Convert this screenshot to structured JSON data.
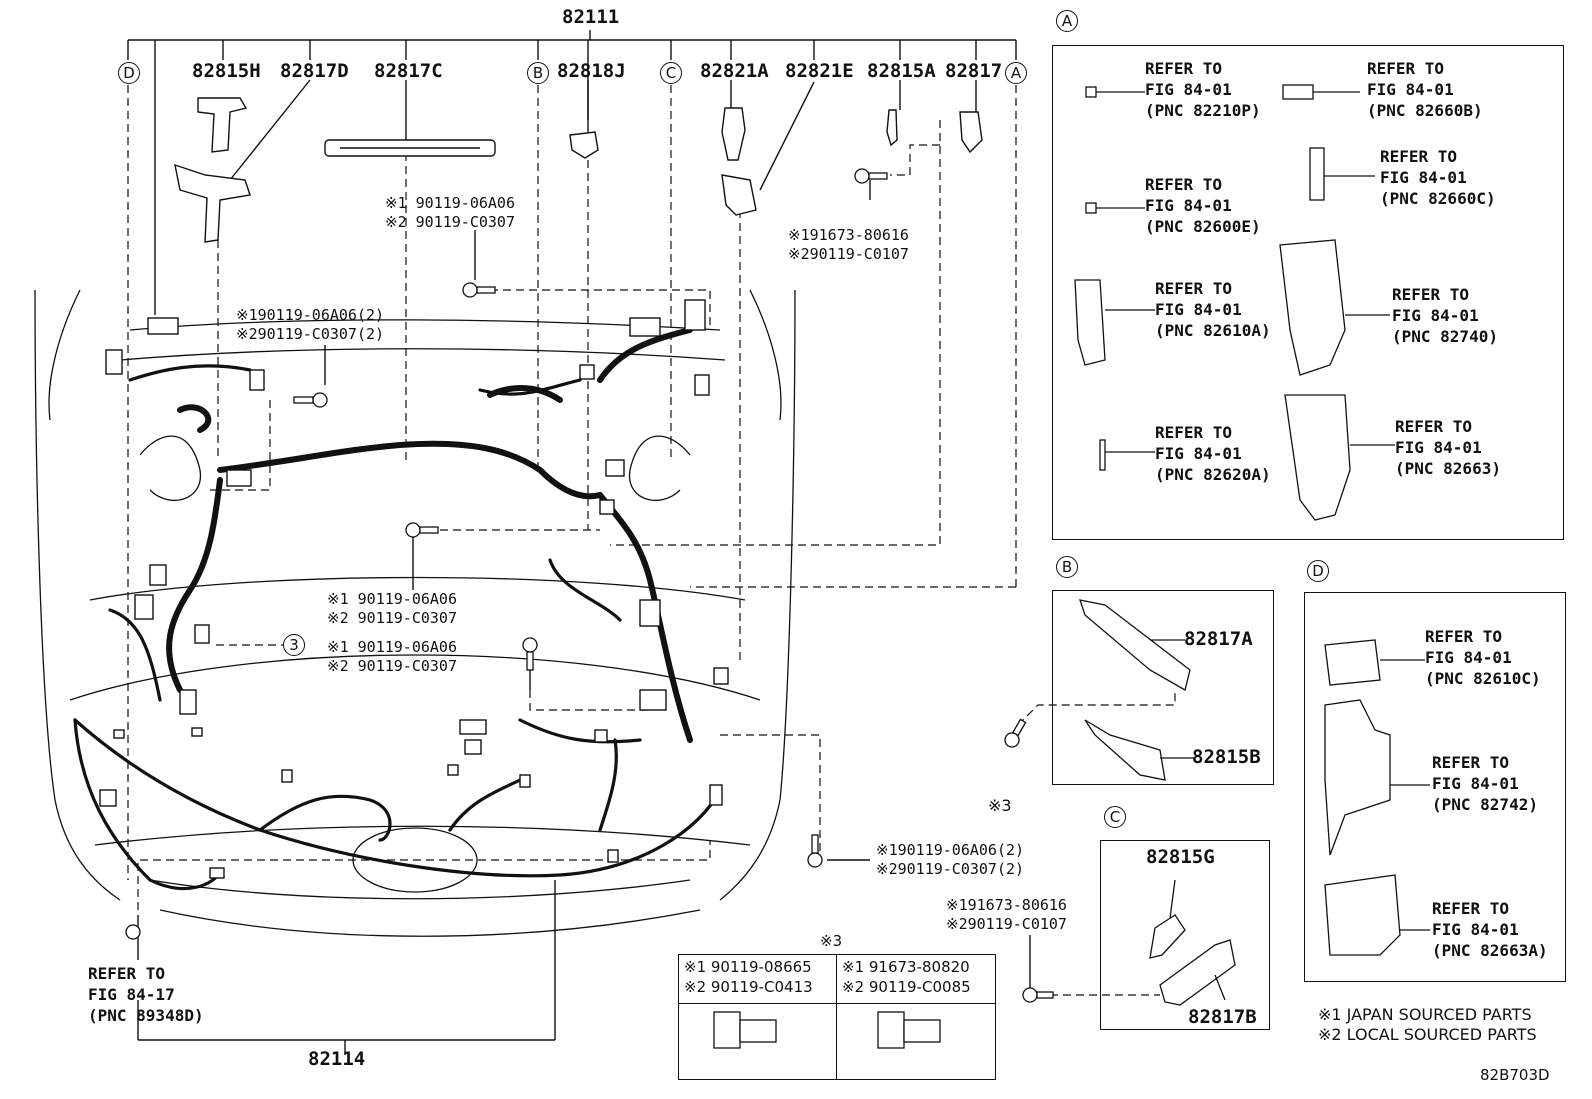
{
  "top_part": "82111",
  "bottom_part": "82114",
  "figure_code": "82B703D",
  "markers": {
    "a": "A",
    "b": "B",
    "c": "C",
    "d": "D",
    "three": "3"
  },
  "top_labels": {
    "p82815H": "82815H",
    "p82817D": "82817D",
    "p82817C": "82817C",
    "p82818J": "82818J",
    "p82821A": "82821A",
    "p82821E": "82821E",
    "p82815A": "82815A",
    "p82817": "82817"
  },
  "bolt_notes": {
    "n1a": "※1 90119-06A06",
    "n1b": "※2 90119-C0307",
    "n2a": "※191673-80616",
    "n2b": "※290119-C0107",
    "n3a": "※190119-06A06(2)",
    "n3b": "※290119-C0307(2)",
    "n4a": "※1 90119-06A06",
    "n4b": "※2 90119-C0307",
    "n5a": "※1 90119-06A06",
    "n5b": "※2 90119-C0307",
    "n6a": "※190119-06A06(2)",
    "n6b": "※290119-C0307(2)",
    "n7a": "※191673-80616",
    "n7b": "※290119-C0107",
    "ref_bottom": "REFER TO\nFIG 84-17\n(PNC 89348D)"
  },
  "panel_a": {
    "r1": "REFER TO\nFIG 84-01\n(PNC 82210P)",
    "r2": "REFER TO\nFIG 84-01\n(PNC 82660B)",
    "r3": "REFER TO\nFIG 84-01\n(PNC 82600E)",
    "r4": "REFER TO\nFIG 84-01\n(PNC 82660C)",
    "r5": "REFER TO\nFIG 84-01\n(PNC 82610A)",
    "r6": "REFER TO\nFIG 84-01\n(PNC 82740)",
    "r7": "REFER TO\nFIG 84-01\n(PNC 82620A)",
    "r8": "REFER TO\nFIG 84-01\n(PNC 82663)"
  },
  "panel_b": {
    "p1": "82817A",
    "p2": "82815B",
    "note": "※3"
  },
  "panel_c": {
    "p1": "82815G",
    "p2": "82817B"
  },
  "panel_d": {
    "r1": "REFER TO\nFIG 84-01\n(PNC 82610C)",
    "r2": "REFER TO\nFIG 84-01\n(PNC 82742)",
    "r3": "REFER TO\nFIG 84-01\n(PNC 82663A)"
  },
  "table3": {
    "title": "※3",
    "c1a": "※1 90119-08665",
    "c1b": "※2 90119-C0413",
    "c2a": "※1 91673-80820",
    "c2b": "※2 90119-C0085"
  },
  "legend": {
    "l1": "※1 JAPAN SOURCED PARTS",
    "l2": "※2 LOCAL SOURCED PARTS"
  }
}
